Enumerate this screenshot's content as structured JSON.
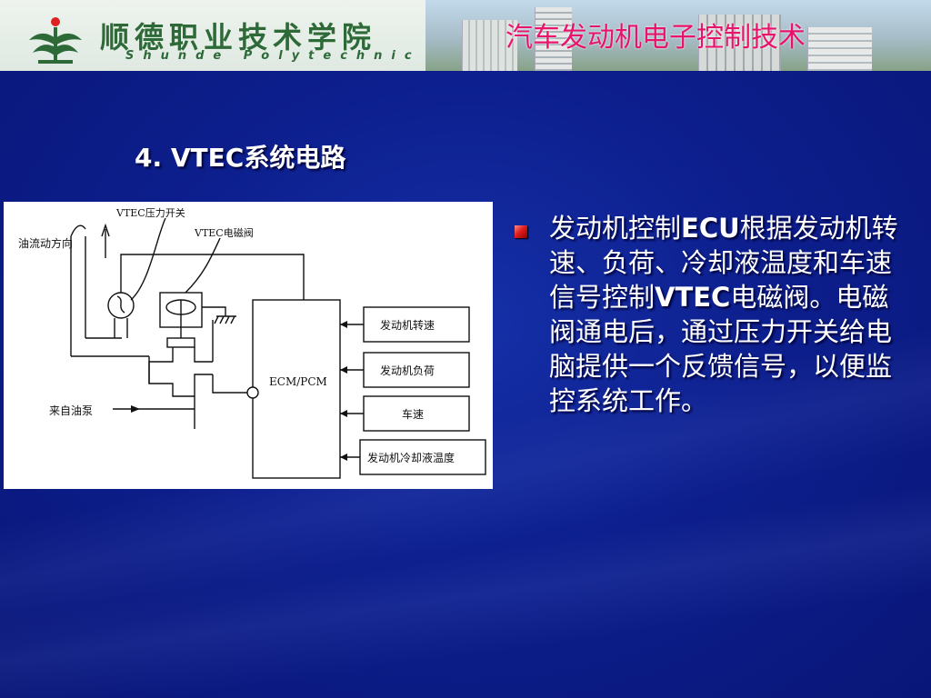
{
  "header": {
    "school_name_cn": "顺德职业技术学院",
    "school_name_en": "Shunde Polytechnic",
    "course_title": "汽车发动机电子控制技术"
  },
  "slide": {
    "title": "4. VTEC系统电路"
  },
  "diagram": {
    "labels": {
      "pressure_switch": "VTEC压力开关",
      "solenoid_valve": "VTEC电磁阀",
      "oil_flow_direction": "油流动方向",
      "from_oil_pump": "来自油泵",
      "ecm": "ECM/PCM",
      "input_engine_speed": "发动机转速",
      "input_engine_load": "发动机负荷",
      "input_vehicle_speed": "车速",
      "input_coolant_temp": "发动机冷却液温度"
    }
  },
  "bullet": {
    "part1": "发动机控制",
    "ecu": "ECU",
    "part2": "根据发动机转速、负荷、冷却液温度和车速信号控制",
    "vtec": "VTEC",
    "part3": "电磁阀。电磁阀通电后，通过压力开关给电脑提供一个反馈信号，以便监控系统工作。"
  },
  "colors": {
    "background": "#0c1c86",
    "course_title": "#e8136b",
    "logo_green": "#2e6a38",
    "bullet_red": "#e01e1e"
  }
}
